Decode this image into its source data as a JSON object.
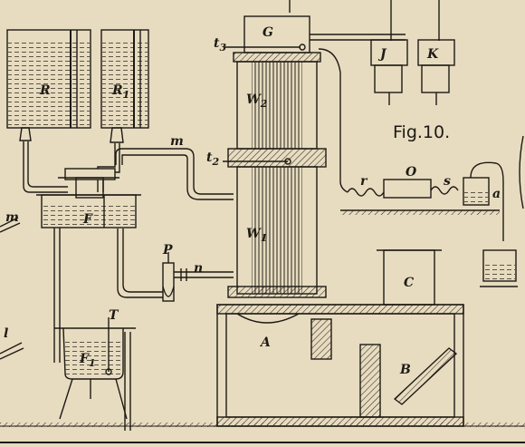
{
  "figure": {
    "caption": "Fig.10.",
    "labels": {
      "R": "R",
      "R1": "R",
      "R1_sub": "1",
      "G": "G",
      "t3": "t",
      "t3_sub": "3",
      "t2": "t",
      "t2_sub": "2",
      "W2": "W",
      "W2_sub": "2",
      "W1": "W",
      "W1_sub": "1",
      "J": "J",
      "K": "K",
      "m_upper": "m",
      "m_left": "m",
      "F": "F",
      "F1": "F",
      "F1_sub": "1",
      "T": "T",
      "l": "l",
      "P": "P",
      "n": "n",
      "A": "A",
      "B": "B",
      "C": "C",
      "O": "O",
      "r": "r",
      "s": "s",
      "a": "a"
    }
  }
}
